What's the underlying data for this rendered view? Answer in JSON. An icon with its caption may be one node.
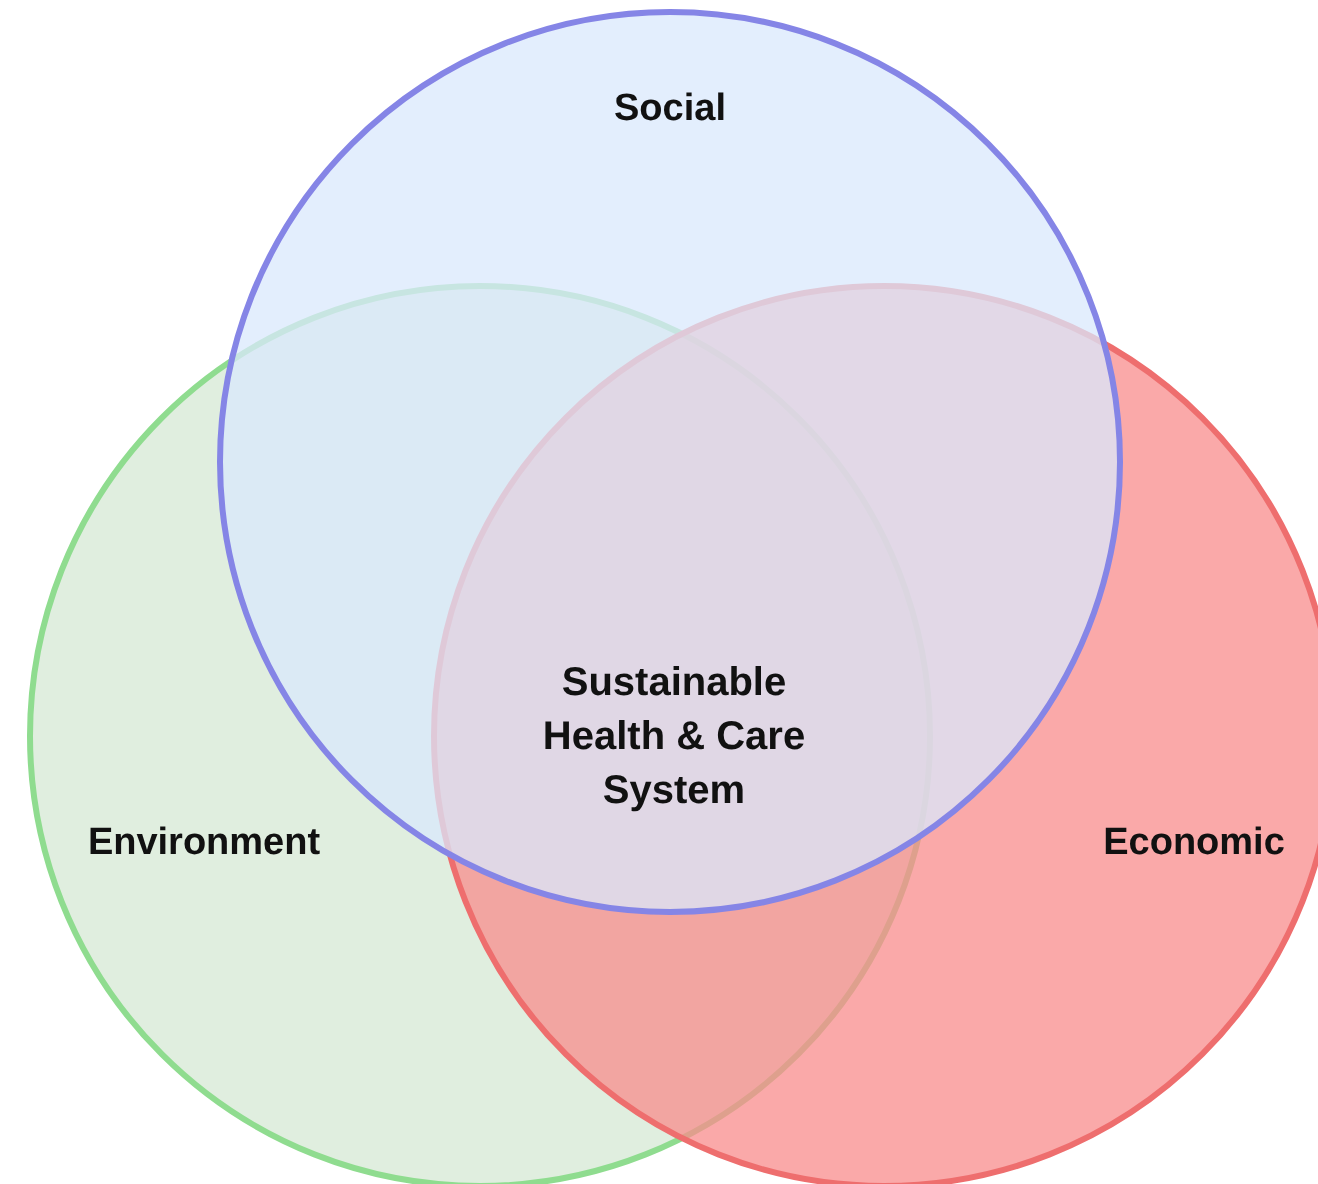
{
  "diagram": {
    "nodes": [
      {
        "text": [
          "Social"
        ]
      },
      {
        "text": [
          "Environment"
        ]
      },
      {
        "text": [
          "Economic"
        ]
      }
    ],
    "labels": [
      "Sustainable Health & Care System"
    ]
  }
}
